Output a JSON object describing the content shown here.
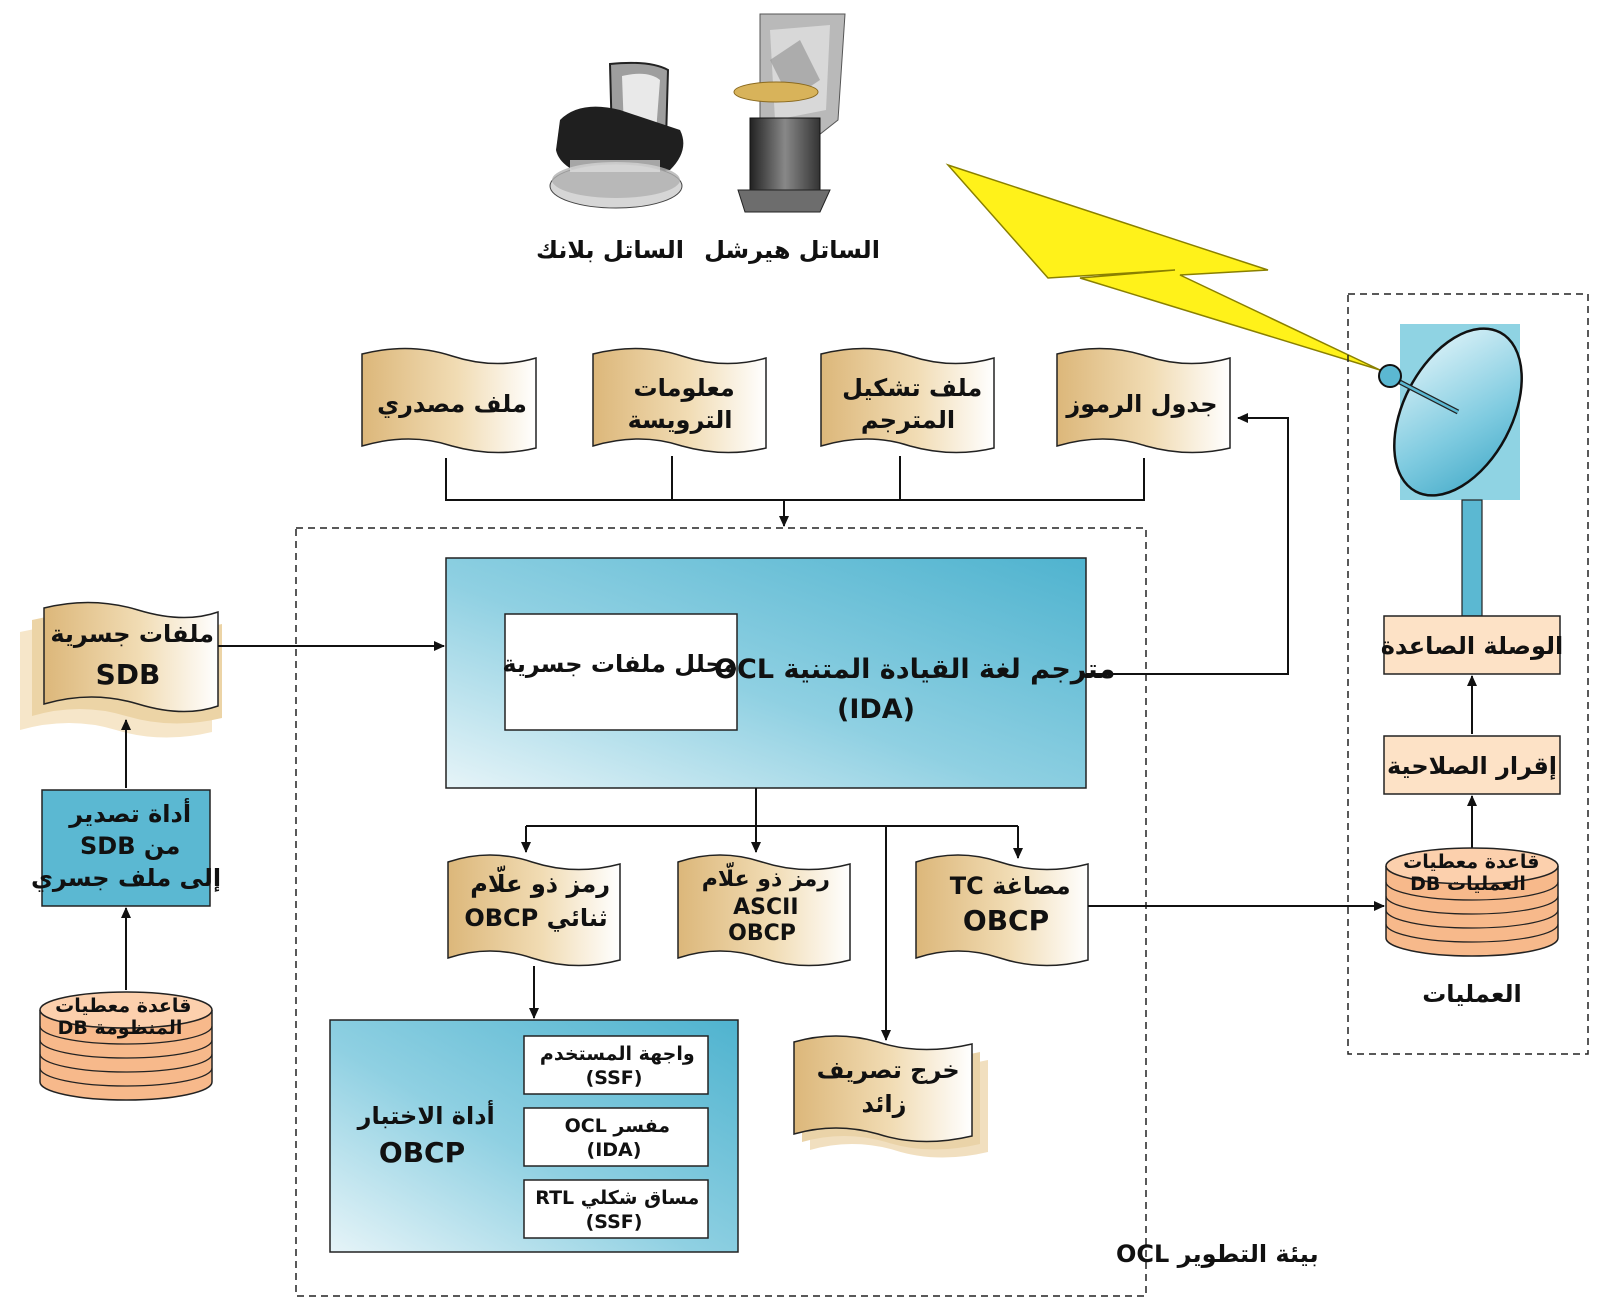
{
  "satellites": {
    "herschel_label": "الساتل هيرشل",
    "planck_label": "الساتل بلانك"
  },
  "inputs": {
    "source_file": "ملف مصدري",
    "header_info": [
      "معلومات",
      "الترويسة"
    ],
    "compiler_config": [
      "ملف تشكيل",
      "المترجم"
    ],
    "symbol_table": "جدول الرموز"
  },
  "dev_env": {
    "label": "بيئة التطوير OCL",
    "compiler": [
      "مترجم لغة القيادة المتنية OCL",
      "(IDA)"
    ],
    "bridge_parser": "محلل ملفات جسرية",
    "binary_obcp": [
      "رمز ذو علّام",
      "ثنائي OBCP"
    ],
    "ascii_obcp": [
      "رمز ذو علّام",
      "ASCII",
      "OBCP"
    ],
    "tc_obcp": [
      "مصاغة TC",
      "OBCP"
    ],
    "debug_output": [
      "خرج تصريف",
      "زائد"
    ],
    "test_tool": [
      "أداة الاختبار",
      "OBCP"
    ],
    "ui_ssf": [
      "واجهة المستخدم",
      "(SSF)"
    ],
    "ocl_interpreter": [
      "مفسر OCL",
      "(IDA)"
    ],
    "rtl_sim": [
      "مساق شكلي RTL",
      "(SSF)"
    ]
  },
  "left": {
    "bridge_files": [
      "ملفات جسرية",
      "SDB"
    ],
    "export_tool": [
      "أداة تصدير",
      "من SDB",
      "إلى ملف جسري"
    ],
    "system_db": [
      "قاعدة معطيات",
      "المنظومة DB"
    ]
  },
  "operations": {
    "label": "العمليات",
    "uplink": "الوصلة الصاعدة",
    "validation": "إقرار الصلاحية",
    "ops_db": [
      "قاعدة معطيات",
      "العمليات DB"
    ]
  },
  "colors": {
    "doc_tan": "#e2c48f",
    "box_blue": "#5bb8d2",
    "box_blue_light": "#d8eef5",
    "peach": "#fde2c6",
    "db_orange": "#f7b98b",
    "bolt": "#fff21a"
  }
}
